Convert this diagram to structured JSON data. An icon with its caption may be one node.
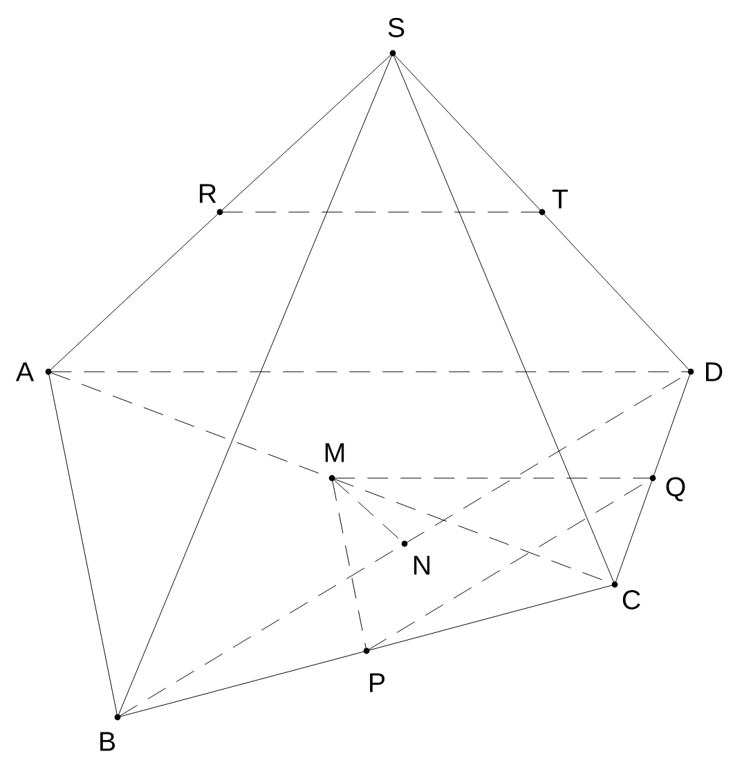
{
  "diagram": {
    "nodes": [
      {
        "text": [
          "S"
        ]
      },
      {
        "text": [
          "R"
        ]
      },
      {
        "text": [
          "T"
        ]
      },
      {
        "text": [
          "A"
        ]
      },
      {
        "text": [
          "D"
        ]
      },
      {
        "text": [
          "M"
        ]
      },
      {
        "text": [
          "Q"
        ]
      },
      {
        "text": [
          "N"
        ]
      },
      {
        "text": [
          "C"
        ]
      },
      {
        "text": [
          "P"
        ]
      },
      {
        "text": [
          "B"
        ]
      }
    ],
    "edges": [
      {
        "from": 0,
        "to": 1,
        "arrow": "none"
      },
      {
        "from": 1,
        "to": 3,
        "arrow": "none"
      },
      {
        "from": 0,
        "to": 10,
        "arrow": "none"
      },
      {
        "from": 0,
        "to": 8,
        "arrow": "none"
      },
      {
        "from": 0,
        "to": 2,
        "arrow": "none"
      },
      {
        "from": 2,
        "to": 4,
        "arrow": "none"
      },
      {
        "from": 3,
        "to": 10,
        "arrow": "none"
      },
      {
        "from": 10,
        "to": 9,
        "arrow": "none"
      },
      {
        "from": 9,
        "to": 8,
        "arrow": "none"
      },
      {
        "from": 8,
        "to": 6,
        "arrow": "none"
      },
      {
        "from": 6,
        "to": 4,
        "arrow": "none"
      },
      {
        "from": 1,
        "to": 2,
        "arrow": "none",
        "style": "dashed"
      },
      {
        "from": 3,
        "to": 4,
        "arrow": "none",
        "style": "dashed"
      },
      {
        "from": 3,
        "to": 5,
        "arrow": "none",
        "style": "dashed"
      },
      {
        "from": 5,
        "to": 8,
        "arrow": "none",
        "style": "dashed"
      },
      {
        "from": 10,
        "to": 7,
        "arrow": "none",
        "style": "dashed"
      },
      {
        "from": 7,
        "to": 4,
        "arrow": "none",
        "style": "dashed"
      },
      {
        "from": 5,
        "to": 6,
        "arrow": "none",
        "style": "dashed"
      },
      {
        "from": 5,
        "to": 7,
        "arrow": "none",
        "style": "dashed"
      },
      {
        "from": 5,
        "to": 9,
        "arrow": "none",
        "style": "dashed"
      },
      {
        "from": 9,
        "to": 6,
        "arrow": "none",
        "style": "dashed"
      }
    ]
  }
}
